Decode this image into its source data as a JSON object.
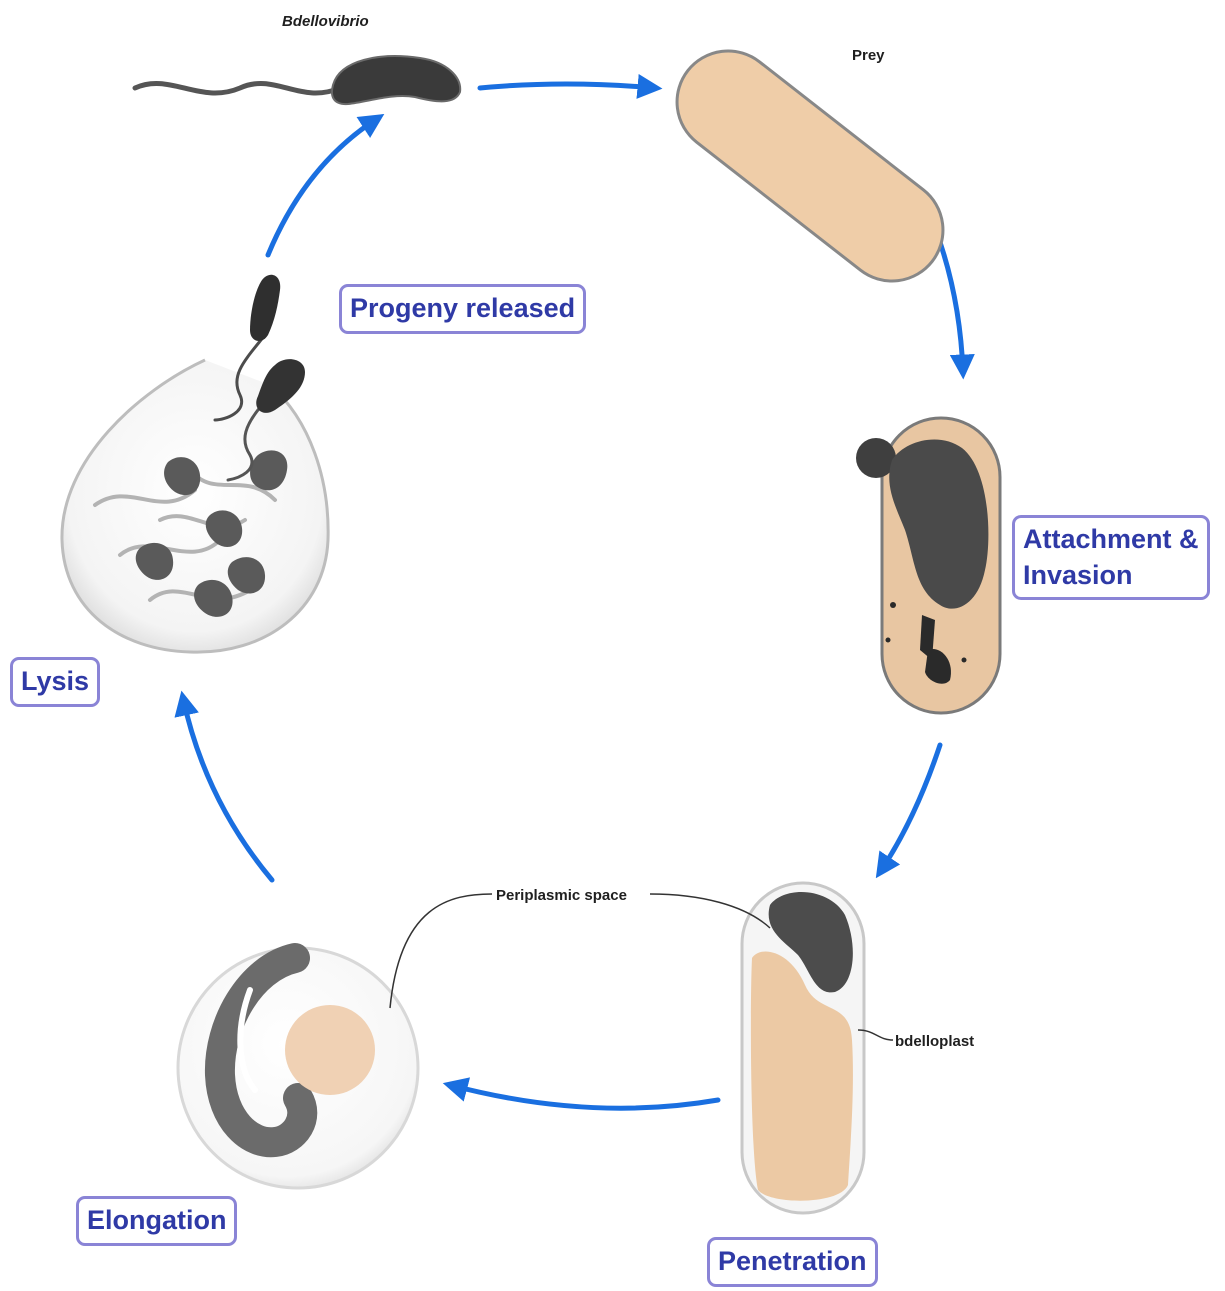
{
  "labels": {
    "bdellovibrio": "Bdellovibrio",
    "prey": "Prey",
    "periplasmic_space": "Periplasmic space",
    "bdelloplast": "bdelloplast"
  },
  "stages": {
    "progeny_released": "Progeny released",
    "attachment_line1": "Attachment &",
    "attachment_line2": "Invasion",
    "lysis": "Lysis",
    "elongation": "Elongation",
    "penetration": "Penetration"
  },
  "colors": {
    "arrow": "#1a6fe0",
    "stage_border": "#8a84d6",
    "stage_text": "#2f3aa6",
    "prey_fill": "#efcda8",
    "bdellovibrio_dark": "#3a3a3a",
    "bdellovibrio_mid": "#5c5c5c"
  }
}
